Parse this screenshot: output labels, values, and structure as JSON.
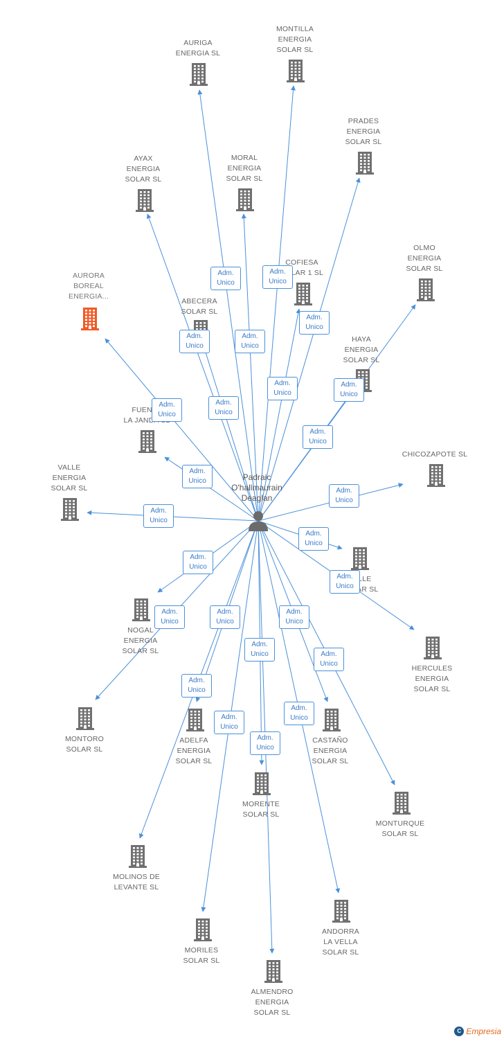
{
  "person": {
    "name_lines": [
      "Padraic",
      "O'hallmaurain",
      "Deaglan"
    ]
  },
  "edge_label": [
    "Adm.",
    "Unico"
  ],
  "colors": {
    "edge": "#4a90d9",
    "building": "#707070",
    "highlight": "#f05a28"
  },
  "companies": [
    {
      "id": "auriga",
      "lines": [
        "AURIGA",
        "ENERGIA SL"
      ],
      "highlight": false
    },
    {
      "id": "montilla",
      "lines": [
        "MONTILLA",
        "ENERGIA",
        "SOLAR SL"
      ],
      "highlight": false
    },
    {
      "id": "prades",
      "lines": [
        "PRADES",
        "ENERGIA",
        "SOLAR SL"
      ],
      "highlight": false
    },
    {
      "id": "ayax",
      "lines": [
        "AYAX",
        "ENERGIA",
        "SOLAR SL"
      ],
      "highlight": false
    },
    {
      "id": "moral",
      "lines": [
        "MORAL",
        "ENERGIA",
        "SOLAR SL"
      ],
      "highlight": false
    },
    {
      "id": "olmo",
      "lines": [
        "OLMO",
        "ENERGIA",
        "SOLAR SL"
      ],
      "highlight": false
    },
    {
      "id": "aurora",
      "lines": [
        "AURORA",
        "BOREAL",
        "ENERGIA..."
      ],
      "highlight": true
    },
    {
      "id": "cofiesa",
      "lines": [
        "COFIESA",
        "SOLAR 1 SL"
      ],
      "highlight": false
    },
    {
      "id": "abecera",
      "lines": [
        "ABECERA",
        "SOLAR SL"
      ],
      "highlight": false
    },
    {
      "id": "haya",
      "lines": [
        "HAYA",
        "ENERGIA",
        "SOLAR SL"
      ],
      "highlight": false
    },
    {
      "id": "fuente",
      "lines": [
        "FUENTE",
        "LA JANDA SL"
      ],
      "highlight": false
    },
    {
      "id": "chicozapote",
      "lines": [
        "CHICOZAPOTE SL"
      ],
      "highlight": false
    },
    {
      "id": "valle",
      "lines": [
        "VALLE",
        "ENERGIA",
        "SOLAR SL"
      ],
      "highlight": false
    },
    {
      "id": "valle2",
      "lines": [
        "VALLE",
        "SOLAR SL"
      ],
      "highlight": false
    },
    {
      "id": "nogal",
      "lines": [
        "NOGAL",
        "ENERGIA",
        "SOLAR SL"
      ],
      "highlight": false
    },
    {
      "id": "hercules",
      "lines": [
        "HERCULES",
        "ENERGIA",
        "SOLAR SL"
      ],
      "highlight": false
    },
    {
      "id": "montoro",
      "lines": [
        "MONTORO",
        "SOLAR SL"
      ],
      "highlight": false
    },
    {
      "id": "adelfa",
      "lines": [
        "ADELFA",
        "ENERGIA",
        "SOLAR SL"
      ],
      "highlight": false
    },
    {
      "id": "castano",
      "lines": [
        "CASTAÑO",
        "ENERGIA",
        "SOLAR SL"
      ],
      "highlight": false
    },
    {
      "id": "morente",
      "lines": [
        "MORENTE",
        "SOLAR SL"
      ],
      "highlight": false
    },
    {
      "id": "monturque",
      "lines": [
        "MONTURQUE",
        "SOLAR SL"
      ],
      "highlight": false
    },
    {
      "id": "molinos",
      "lines": [
        "MOLINOS DE",
        "LEVANTE SL"
      ],
      "highlight": false
    },
    {
      "id": "andorra",
      "lines": [
        "ANDORRA",
        "LA VELLA",
        "SOLAR SL"
      ],
      "highlight": false
    },
    {
      "id": "moriles",
      "lines": [
        "MORILES",
        "SOLAR SL"
      ],
      "highlight": false
    },
    {
      "id": "almendro",
      "lines": [
        "ALMENDRO",
        "ENERGIA",
        "SOLAR SL"
      ],
      "highlight": false
    }
  ],
  "brand": {
    "symbol": "C",
    "text": "Empresia"
  }
}
